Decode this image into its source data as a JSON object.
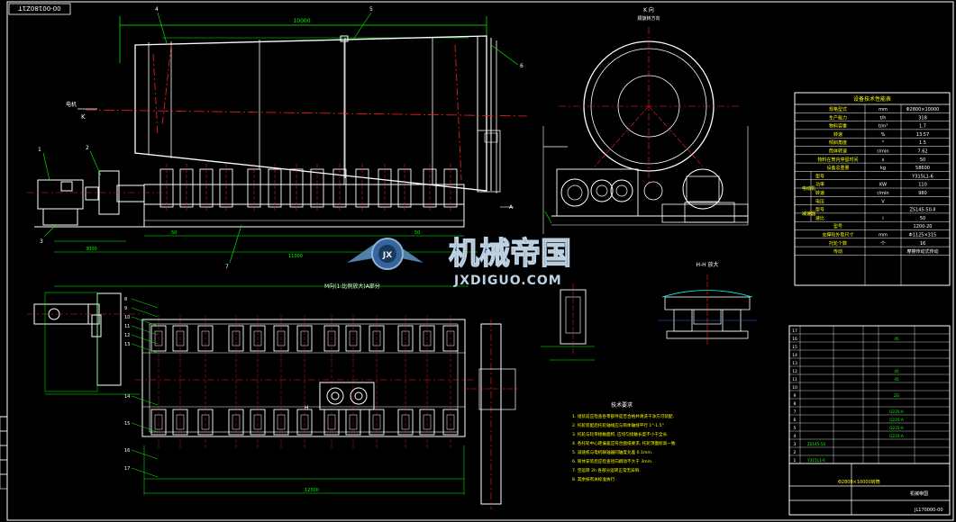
{
  "drawing": {
    "corner_code": "00-00180Z1T",
    "view_k_title": "K 向",
    "view_k_sub": "顺旋转方向",
    "section_hh": "H-H 放大",
    "label_k": "K",
    "label_a": "A",
    "label_h": "H",
    "left_mark": "电机",
    "mid_section_label": "M向(1:比例放大)A部分",
    "top_dim": "10000",
    "bottom_dims": [
      "11000",
      "12300",
      "3000",
      "50"
    ],
    "callouts": [
      "1",
      "2",
      "3",
      "4",
      "5",
      "6",
      "7",
      "8",
      "9",
      "10",
      "11",
      "12",
      "13",
      "14",
      "15",
      "16",
      "17"
    ]
  },
  "spec_table": {
    "title": "设备技术性能表",
    "rows": [
      {
        "name": "规格型式",
        "unit": "mm",
        "value": "Φ2800×10000"
      },
      {
        "name": "生产能力",
        "unit": "t/h",
        "value": "318"
      },
      {
        "name": "物料容重",
        "unit": "t/m³",
        "value": "1.7"
      },
      {
        "name": "转速",
        "unit": "%",
        "value": "13.57"
      },
      {
        "name": "倾斜角度",
        "unit": "°",
        "value": "1.5"
      },
      {
        "name": "筒体转速",
        "unit": "r/min",
        "value": "7.62"
      },
      {
        "name": "物料在筒内停留时间",
        "unit": "s",
        "value": "50"
      },
      {
        "name": "设备总重量",
        "unit": "kg",
        "value": "58600"
      }
    ],
    "motor_group": "电动机",
    "motor_rows": [
      {
        "name": "型号",
        "unit": "",
        "value": "Y315L1-6"
      },
      {
        "name": "功率",
        "unit": "KW",
        "value": "110"
      },
      {
        "name": "转速",
        "unit": "r/min",
        "value": "980"
      },
      {
        "name": "电压",
        "unit": "V",
        "value": ""
      }
    ],
    "reducer_group": "减速器",
    "reducer_rows": [
      {
        "name": "型号",
        "unit": "",
        "value": "ZS145-50-II"
      },
      {
        "name": "速比",
        "unit": "i",
        "value": "50"
      }
    ],
    "tail_rows": [
      {
        "name": "型号",
        "unit": "",
        "value": "1200-20"
      },
      {
        "name": "支撑轮外型尺寸",
        "unit": "mm",
        "value": "Φ1125×315"
      },
      {
        "name": "托轮个数",
        "unit": "个",
        "value": "16"
      },
      {
        "name": "传动",
        "unit": "",
        "value": "摩擦传动式传动"
      }
    ]
  },
  "notes": {
    "title": "技术要求",
    "lines": [
      "1. 组装前应检查各零部件是否合格并清洗干净方可装配.",
      "2. 托轮装配后托轮轴线应与筒体轴线平行 1°-1.5°.",
      "3. 托轮与轮带接触面积, 应均匀接触长度不小于全长.",
      "4. 各托轮中心距偏差应符合图纸要求, 托轮顶面标高一致.",
      "5. 减速机与电机联轴器同轴度允差 0.1mm.",
      "6. 筒体安装后应检查径向跳动不大于 3mm.",
      "7. 空运转 2h 各部分运转正常无异响.",
      "8. 其余按有关标准执行."
    ]
  },
  "parts_list": {
    "rows": [
      [
        "17",
        "",
        "",
        "",
        ""
      ],
      [
        "16",
        "",
        "",
        "",
        "45"
      ],
      [
        "15",
        "",
        "",
        "",
        ""
      ],
      [
        "14",
        "",
        "",
        "",
        ""
      ],
      [
        "13",
        "",
        "",
        "",
        ""
      ],
      [
        "12",
        "",
        "",
        "",
        "45"
      ],
      [
        "11",
        "",
        "",
        "",
        "45"
      ],
      [
        "10",
        "",
        "",
        "",
        ""
      ],
      [
        "9",
        "",
        "",
        "",
        "ZG"
      ],
      [
        "8",
        "",
        "",
        "",
        ""
      ],
      [
        "7",
        "",
        "",
        "",
        "Q235-A"
      ],
      [
        "6",
        "",
        "",
        "",
        "Q235-A"
      ],
      [
        "5",
        "",
        "",
        "",
        "Q235-A"
      ],
      [
        "4",
        "",
        "",
        "",
        "Q235-A"
      ],
      [
        "3",
        "ZS145-50",
        "",
        "",
        ""
      ],
      [
        "2",
        "",
        "",
        "",
        ""
      ],
      [
        "1",
        "Y315L1-6",
        "",
        "",
        ""
      ]
    ],
    "title_block": {
      "name": "Φ2800×10000转筒",
      "unit": "机械帝国",
      "code": "JL170000-00"
    }
  },
  "watermark": {
    "cn": "机械帝国",
    "en": "JXDIGUO.COM",
    "emblem": "JX"
  },
  "colors": {
    "background": "#000000",
    "line": "#ffffff",
    "green": "#00ff00",
    "cyan": "#00ffff",
    "red": "#ff2020",
    "yellow": "#ffff00",
    "blue": "#3a5cff",
    "magenta": "#ff00ff",
    "watermark": "#3a6ea8"
  }
}
